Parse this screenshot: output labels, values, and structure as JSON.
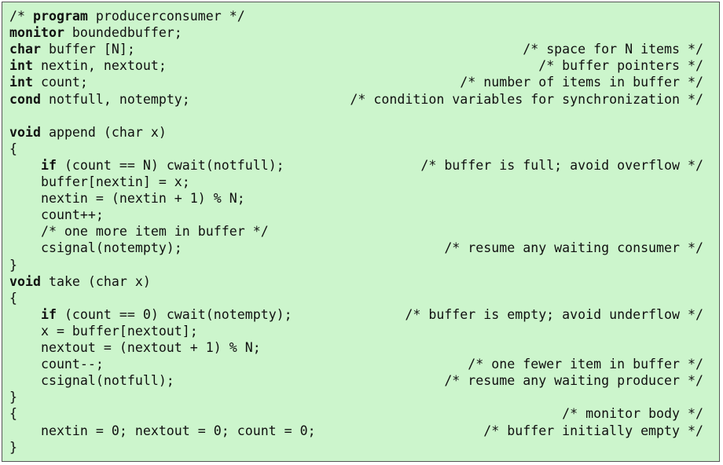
{
  "colors": {
    "background": "#ccf5cc",
    "border": "#555555",
    "text": "#111111"
  },
  "lines": [
    {
      "kw": "",
      "code": "",
      "comment": ""
    },
    {
      "kw": "monitor",
      "code": " boundedbuffer;",
      "comment": ""
    },
    {
      "kw": "char",
      "code": " buffer [N];",
      "comment": "/* space for N items */"
    },
    {
      "kw": "int",
      "code": " nextin, nextout;",
      "comment": "/* buffer pointers */"
    },
    {
      "kw": "int",
      "code": " count;",
      "comment": "/* number of items in buffer */"
    },
    {
      "kw": "cond",
      "code": " notfull, notempty;",
      "comment": "/* condition variables for synchronization */"
    },
    {
      "kw": "",
      "code": "",
      "comment": ""
    },
    {
      "kw": "void",
      "code": " append (char x)",
      "comment": ""
    },
    {
      "kw": "",
      "code": "{",
      "comment": ""
    },
    {
      "kw": "if",
      "code": " (count == N) cwait(notfull);",
      "comment": "/* buffer is full; avoid overflow */",
      "indent": "    "
    },
    {
      "kw": "",
      "code": "    buffer[nextin] = x;",
      "comment": ""
    },
    {
      "kw": "",
      "code": "    nextin = (nextin + 1) % N;",
      "comment": ""
    },
    {
      "kw": "",
      "code": "    count++;",
      "comment": ""
    },
    {
      "kw": "",
      "code": "    /* one more item in buffer */",
      "comment": ""
    },
    {
      "kw": "",
      "code": "    csignal(notempty);",
      "comment": "/* resume any waiting consumer */"
    },
    {
      "kw": "",
      "code": "}",
      "comment": ""
    },
    {
      "kw": "void",
      "code": " take (char x)",
      "comment": ""
    },
    {
      "kw": "",
      "code": "{",
      "comment": ""
    },
    {
      "kw": "if",
      "code": " (count == 0) cwait(notempty);",
      "comment": "/* buffer is empty; avoid underflow */",
      "indent": "    "
    },
    {
      "kw": "",
      "code": "    x = buffer[nextout];",
      "comment": ""
    },
    {
      "kw": "",
      "code": "    nextout = (nextout + 1) % N;",
      "comment": ""
    },
    {
      "kw": "",
      "code": "    count--;",
      "comment": "/* one fewer item in buffer */"
    },
    {
      "kw": "",
      "code": "    csignal(notfull);",
      "comment": "/* resume any waiting producer */"
    },
    {
      "kw": "",
      "code": "}",
      "comment": ""
    },
    {
      "kw": "",
      "code": "{",
      "comment": "/* monitor body */"
    },
    {
      "kw": "",
      "code": "    nextin = 0; nextout = 0; count = 0;",
      "comment": "/* buffer initially empty */"
    },
    {
      "kw": "",
      "code": "}",
      "comment": ""
    }
  ],
  "header": {
    "prefix": "/* ",
    "kw": "program",
    "name": " producerconsumer */"
  }
}
